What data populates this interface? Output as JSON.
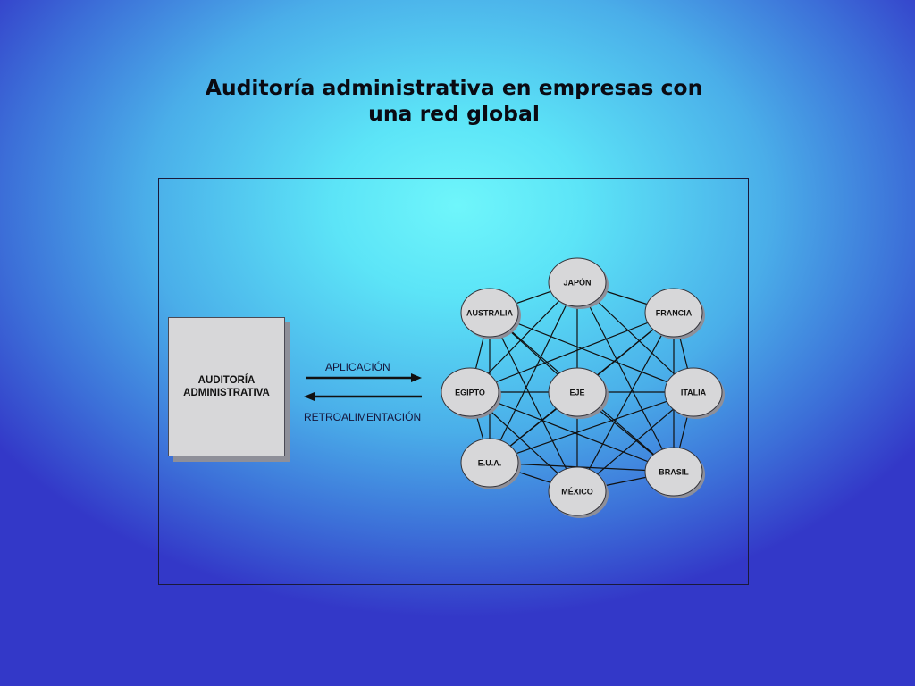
{
  "title": {
    "line1": "Auditoría administrativa en empresas con",
    "line2": "una red global"
  },
  "audit_box": {
    "line1": "AUDITORÍA",
    "line2": "ADMINISTRATIVA"
  },
  "arrows": {
    "forward_label": "APLICACIÓN",
    "backward_label": "RETROALIMENTACIÓN"
  },
  "network": {
    "nodes": [
      {
        "id": "japon",
        "label": "JAPÓN"
      },
      {
        "id": "australia",
        "label": "AUSTRALIA"
      },
      {
        "id": "francia",
        "label": "FRANCIA"
      },
      {
        "id": "egipto",
        "label": "EGIPTO"
      },
      {
        "id": "eje",
        "label": "EJE"
      },
      {
        "id": "italia",
        "label": "ITALIA"
      },
      {
        "id": "eua",
        "label": "E.U.A."
      },
      {
        "id": "brasil",
        "label": "BRASIL"
      },
      {
        "id": "mexico",
        "label": "MÉXICO"
      }
    ],
    "colors": {
      "node_fill": "#d7d7d9",
      "node_shadow": "#8e8f99",
      "line": "#111111"
    }
  }
}
